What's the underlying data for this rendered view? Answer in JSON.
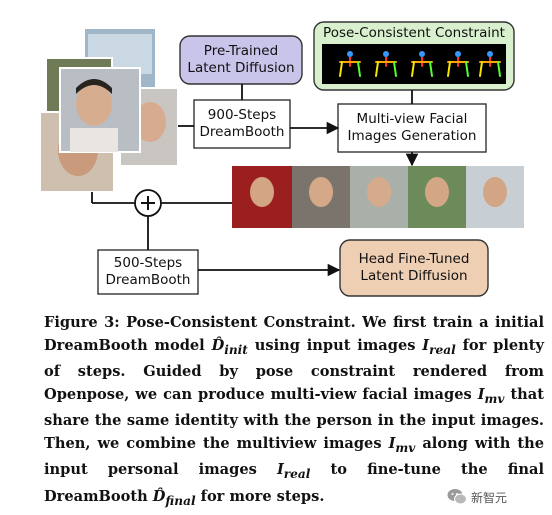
{
  "figure": {
    "pretrained_label": "Pre-Trained\nLatent Diffusion",
    "steps900_label": "900-Steps\nDreamBooth",
    "multiview_label": "Multi-view Facial\nImages Generation",
    "pose_title": "Pose-Consistent Constraint",
    "steps500_label": "500-Steps\nDreamBooth",
    "finetuned_label": "Head Fine-Tuned\nLatent Diffusion",
    "plus_symbol": "+",
    "colors": {
      "pretrained_fill": "#c9c4ea",
      "pose_fill": "#d9f0cf",
      "finetuned_fill": "#efcfb4",
      "pose_canvas": "#000000"
    }
  },
  "caption": {
    "label": "Figure 3: Pose-Consistent Constraint.",
    "t1": " We first train a initial DreamBooth model ",
    "sym_d_init": "D̂",
    "sub_init": "init",
    "t2": " using input images ",
    "sym_i_real_1": "I",
    "sub_real_1": "real",
    "t3": " for plenty of steps. Guided by pose constraint rendered from Openpose, we can produce multi-view facial images ",
    "sym_i_mv_1": "I",
    "sub_mv_1": "mv",
    "t4": " that share the same identity with the person in the input images. Then, we combine the multiview images ",
    "sym_i_mv_2": "I",
    "sub_mv_2": "mv",
    "t5": " along with the input personal images ",
    "sym_i_real_2": "I",
    "sub_real_2": "real",
    "t6": " to fine-tune the final DreamBooth ",
    "sym_d_final": "D̂",
    "sub_final": "final",
    "t7": " for more steps."
  },
  "watermark": {
    "text": "新智元",
    "icon": "wechat-icon"
  }
}
